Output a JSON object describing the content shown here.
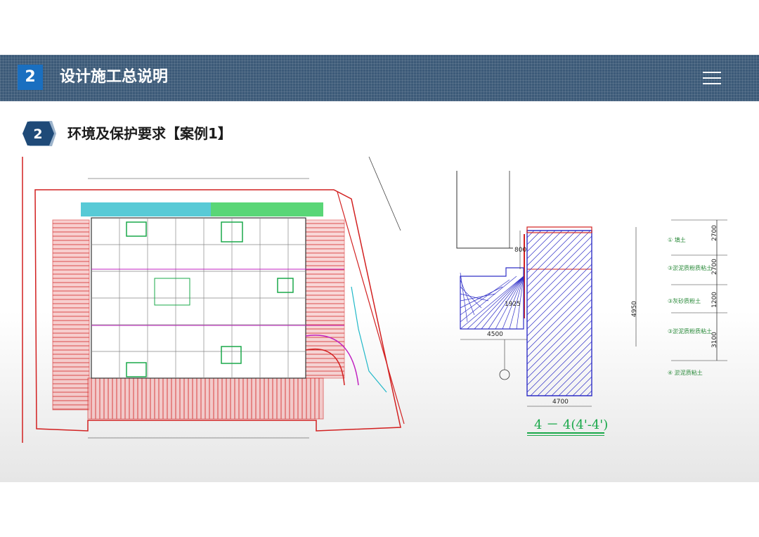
{
  "header": {
    "number": "2",
    "title": "设计施工总说明",
    "menu_icon": "hamburger-menu-icon"
  },
  "subheader": {
    "number": "2",
    "title": "环境及保护要求【案例1】"
  },
  "section_drawing": {
    "label": "4 － 4(4'-4')",
    "dimensions": {
      "d800": "800",
      "d4950": "4950",
      "d1925": "1925",
      "d4500": "4500",
      "d4700": "4700",
      "d2700a": "2700",
      "d2700b": "2700",
      "d1200": "1200",
      "d3100": "3100"
    },
    "layers": [
      "① 填土",
      "③淤泥质粉质粘土",
      "③灰砂质粉土",
      "③淤泥质粉质粘土",
      "④ 淤泥质粘土"
    ]
  },
  "colors": {
    "banner": "#3c5a78",
    "badge": "#1a6fc0",
    "cad_red": "#d22020",
    "cad_blue": "#3030c8",
    "cad_green": "#1aa84a",
    "cad_magenta": "#c020c0",
    "cad_cyan": "#20b8c8"
  }
}
